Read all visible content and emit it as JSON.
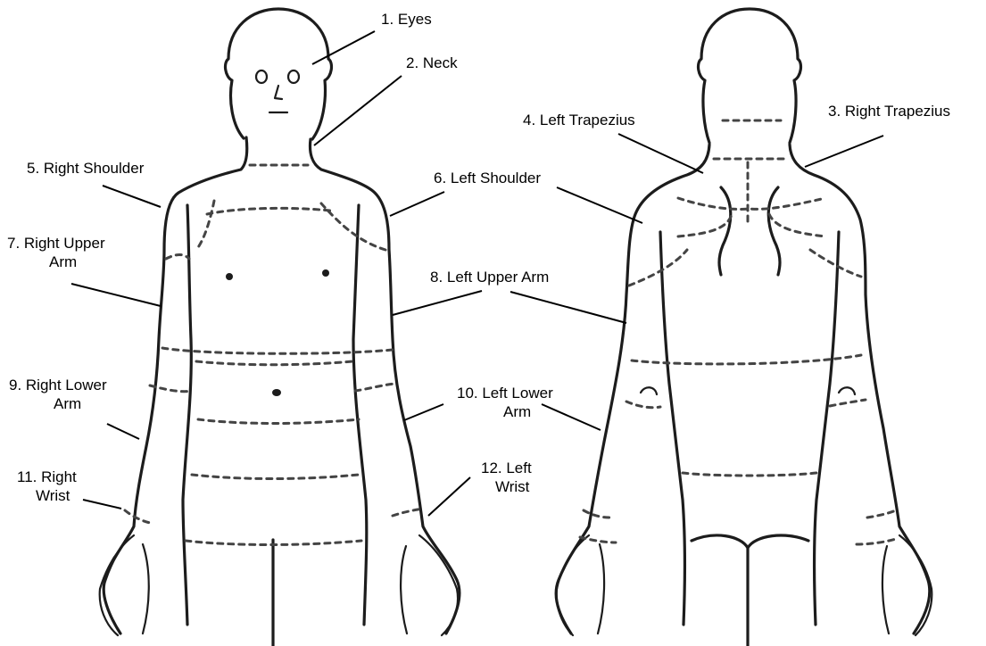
{
  "labels": {
    "eyes": "1. Eyes",
    "neck": "2. Neck",
    "right_trapezius": "3. Right Trapezius",
    "left_trapezius": "4. Left Trapezius",
    "right_shoulder": "5. Right Shoulder",
    "left_shoulder": "6. Left Shoulder",
    "right_upper_arm": [
      "7. Right Upper",
      "Arm"
    ],
    "left_upper_arm": "8. Left Upper Arm",
    "right_lower_arm": [
      "9. Right Lower",
      "Arm"
    ],
    "left_lower_arm": [
      "10. Left Lower",
      "Arm"
    ],
    "right_wrist": [
      "11. Right",
      "Wrist"
    ],
    "left_wrist": [
      "12. Left",
      "Wrist"
    ]
  }
}
